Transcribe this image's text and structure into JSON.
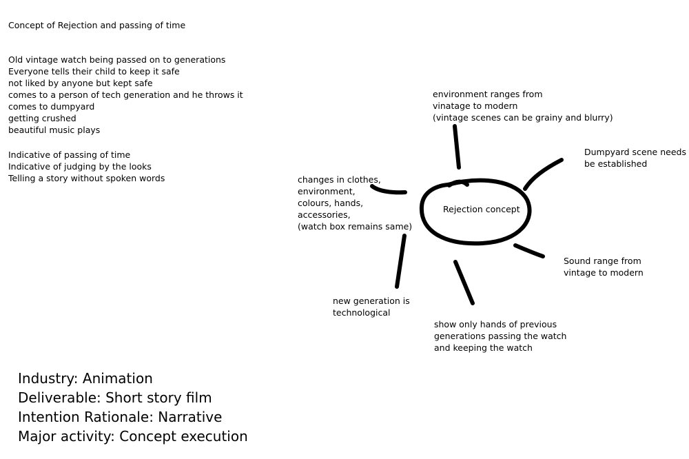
{
  "title": "Concept of Rejection and passing of time",
  "story_lines": [
    "Old vintage watch being passed on to generations",
    "Everyone tells their child to keep it safe",
    "not liked by anyone but kept safe",
    "comes to a person of tech generation and he throws it",
    "comes to dumpyard",
    "getting crushed",
    "beautiful music plays"
  ],
  "theme_lines": [
    "Indicative of passing of time",
    "Indicative of judging by the looks",
    "Telling a story without spoken words"
  ],
  "meta_lines": [
    "Industry: Animation",
    "Deliverable: Short story film",
    "Intention Rationale: Narrative",
    "Major activity: Concept execution"
  ],
  "mindmap": {
    "center": "Rejection concept",
    "branches": {
      "environment": [
        "environment ranges from",
        "vinatage to modern",
        "(vintage scenes can be grainy and blurry)"
      ],
      "dumpyard": [
        "Dumpyard scene needs to",
        "be established"
      ],
      "changes": [
        "changes in clothes,",
        "environment,",
        "colours, hands,",
        "accessories,",
        "(watch box remains same)"
      ],
      "sound": [
        "Sound range from",
        "vintage to modern"
      ],
      "new_generation": [
        "new generation is",
        "technological"
      ],
      "hands": [
        "show only hands of previous",
        "generations passing the watch",
        "and keeping the watch"
      ]
    }
  },
  "colors": {
    "ink": "#000000",
    "background": "#ffffff"
  }
}
